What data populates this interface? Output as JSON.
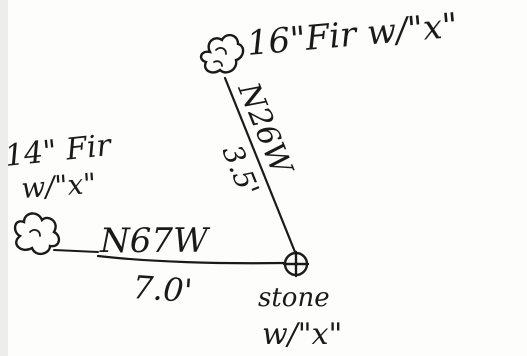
{
  "sketch": {
    "tree_top": {
      "label": "16\"Fir w/\"x\""
    },
    "tree_left": {
      "label_line1": "14\" Fir",
      "label_line2": "w/\"x\""
    },
    "line_diagonal": {
      "bearing": "N26W",
      "distance": "3.5'"
    },
    "line_horizontal": {
      "bearing": "N67W",
      "distance": "7.0'"
    },
    "stone": {
      "label_line1": "stone",
      "label_line2": "w/\"x\""
    },
    "ink_color": "#1a1a1a",
    "paper_color": "#fdfdfc"
  }
}
